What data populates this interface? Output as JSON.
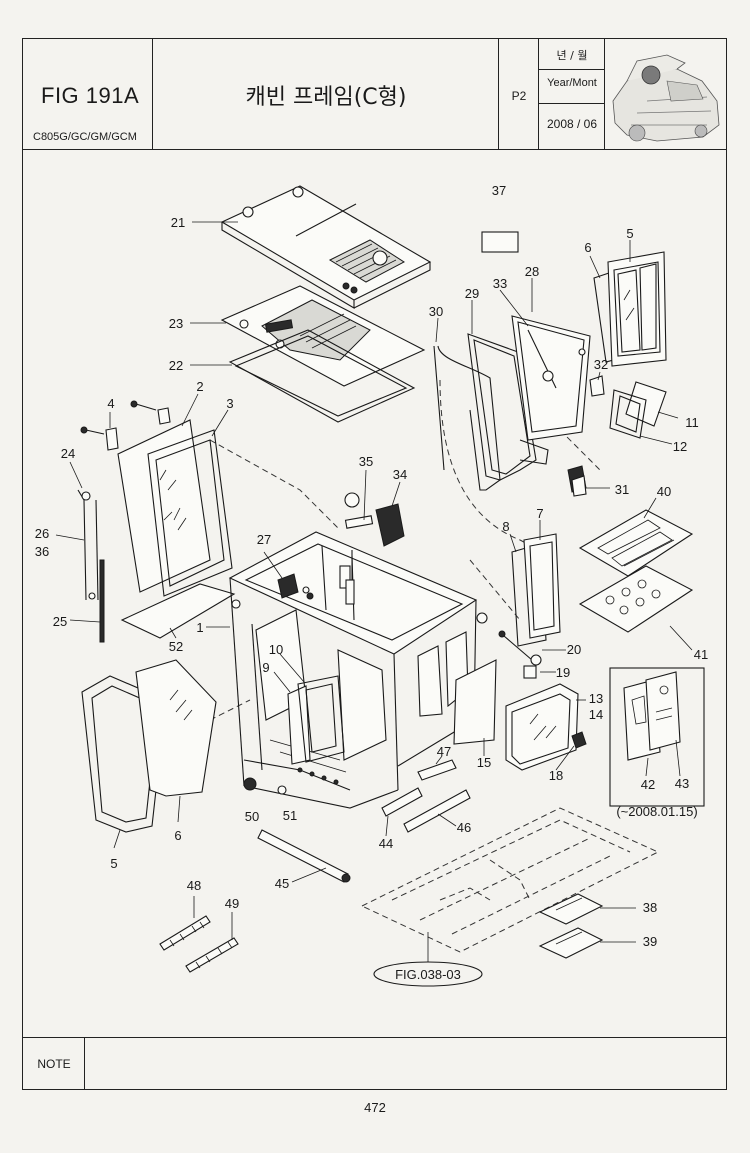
{
  "header": {
    "fig_title": "FIG 191A",
    "model": "C805G/GC/GM/GCM",
    "cabin_title": "캐빈 프레임(C형)",
    "page_code": "P2",
    "year_month_ko": "년 / 월",
    "year_month_en": "Year/Mont",
    "date": "2008 / 06"
  },
  "footer": {
    "note_label": "NOTE",
    "page_number": "472"
  },
  "diagram": {
    "reference_label": "FIG.038-03",
    "inset_note": "(~2008.01.15)",
    "callouts": {
      "c1": "1",
      "c2": "2",
      "c3": "3",
      "c4": "4",
      "c5a": "5",
      "c5b": "5",
      "c6a": "6",
      "c6b": "6",
      "c7": "7",
      "c8": "8",
      "c9": "9",
      "c10": "10",
      "c11": "11",
      "c12": "12",
      "c13": "13",
      "c14": "14",
      "c15": "15",
      "c18": "18",
      "c19": "19",
      "c20": "20",
      "c21": "21",
      "c22": "22",
      "c23": "23",
      "c24": "24",
      "c25": "25",
      "c26": "26",
      "c27": "27",
      "c28": "28",
      "c29": "29",
      "c30": "30",
      "c31": "31",
      "c32": "32",
      "c33": "33",
      "c34": "34",
      "c35": "35",
      "c36": "36",
      "c37": "37",
      "c38": "38",
      "c39": "39",
      "c40": "40",
      "c41": "41",
      "c42": "42",
      "c43": "43",
      "c44": "44",
      "c45": "45",
      "c46": "46",
      "c47": "47",
      "c48": "48",
      "c49": "49",
      "c50": "50",
      "c51": "51",
      "c52": "52"
    }
  }
}
